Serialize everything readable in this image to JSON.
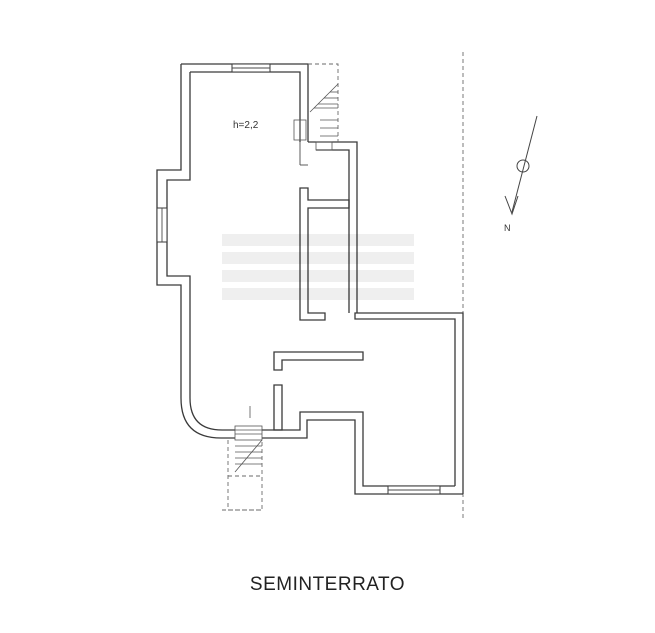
{
  "plan": {
    "title": "SEMINTERRATO",
    "height_note": "h=2,2",
    "north_label": "N"
  }
}
